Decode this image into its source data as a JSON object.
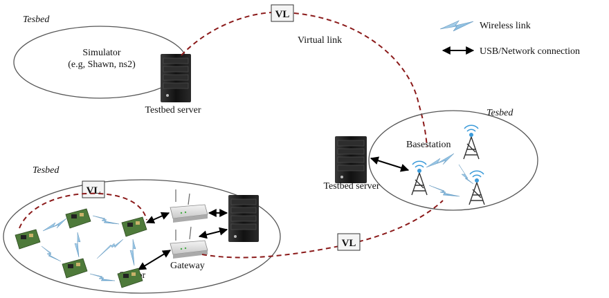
{
  "testbeds": [
    {
      "label": "Tesbed"
    },
    {
      "label": "Tesbed"
    },
    {
      "label": "Tesbed"
    }
  ],
  "simulator": {
    "line1": "Simulator",
    "line2": "(e.g, Shawn, ns2)"
  },
  "servers": {
    "top_label": "Testbed server",
    "right_label": "Testbed server"
  },
  "basestation_label": "Basestation",
  "gateway_label": "Gateway",
  "sensor_label": "Sensor",
  "virtual_link_label": "Virtual link",
  "vl_tags": [
    "VL",
    "VL",
    "VL"
  ],
  "legend": {
    "wireless": "Wireless link",
    "usb": "USB/Network connection"
  },
  "colors": {
    "virtual_link": "#8b1a1a",
    "wireless": "#7fb8dc",
    "ellipse_stroke": "#555555",
    "server": "#1c1c1c",
    "pcb": "#4e7a3a"
  }
}
